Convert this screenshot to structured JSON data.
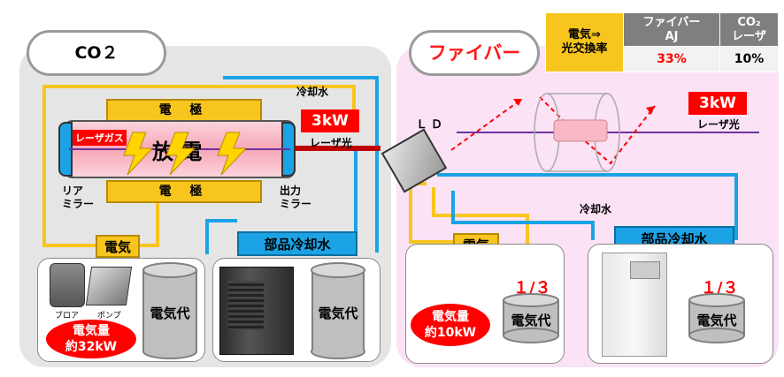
{
  "co2": {
    "title": "CO２",
    "electrode_top": "電 極",
    "electrode_bottom": "電 極",
    "discharge": "放 電",
    "laser_gas": "レーザガス",
    "output_box": "3kW",
    "laser_light": "レーザ光",
    "cooling_water": "冷却水",
    "rear_mirror": "リア\nミラー",
    "output_mirror": "出力\nミラー",
    "electricity": "電気",
    "parts_cooling_water": "部品冷却水",
    "blower": "ブロア",
    "pump": "ポンプ",
    "power_amount": "電気量\n約32kW",
    "electricity_cost_1": "電気代",
    "electricity_cost_2": "電気代"
  },
  "fiber": {
    "title": "ファイバー",
    "ld": "ＬＤ",
    "output_box": "3kW",
    "laser_light": "レーザ光",
    "cooling_water": "冷却水",
    "electricity": "電気",
    "parts_cooling_water": "部品冷却水",
    "fraction_1": "１/３",
    "fraction_2": "１/３",
    "electricity_cost_1": "電気代",
    "electricity_cost_2": "電気代",
    "power_amount": "電気量\n約10kW"
  },
  "comparison": {
    "row_header": "電気⇒\n光交換率",
    "col_fiber": "ファイバー\nAJ",
    "col_co2": "CO₂\nレーザ",
    "val_fiber": "33%",
    "val_co2": "10%"
  },
  "colors": {
    "yellow": "#f8c51e",
    "blue": "#1ba3e6",
    "red": "#ff0000",
    "purple": "#7030a0",
    "gray_header": "#7f7f7f"
  }
}
